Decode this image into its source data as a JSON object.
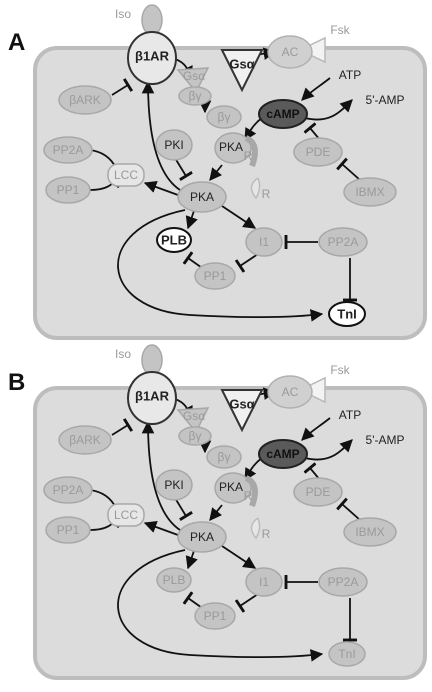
{
  "panels": [
    {
      "letter": "A",
      "labels": {
        "iso": "Iso",
        "b1ar": "β1AR",
        "fsk": "Fsk",
        "ac": "AC",
        "atp": "ATP",
        "gsa_big": "Gsα",
        "gsa_small": "Gsα",
        "by1": "βγ",
        "by2": "βγ",
        "camp": "cAMP",
        "amp5": "5'-AMP",
        "bark": "βARK",
        "pde": "PDE",
        "ibmx": "IBMX",
        "pp2a_left": "PP2A",
        "lcc": "LCC",
        "pp1_left": "PP1",
        "pki": "PKI",
        "pka_holo": "PKA",
        "r1": "R",
        "r2": "R",
        "pka_cat": "PKA",
        "plb": "PLB",
        "i1": "I1",
        "pp2a_right": "PP2A",
        "pp1_bottom": "PP1",
        "tni": "TnI"
      }
    },
    {
      "letter": "B",
      "labels": {
        "iso": "Iso",
        "b1ar": "β1AR",
        "fsk": "Fsk",
        "ac": "AC",
        "atp": "ATP",
        "gsa_big": "Gsα",
        "gsa_small": "Gsα",
        "by1": "βγ",
        "by2": "βγ",
        "camp": "cAMP",
        "amp5": "5'-AMP",
        "bark": "βARK",
        "pde": "PDE",
        "ibmx": "IBMX",
        "pp2a_left": "PP2A",
        "lcc": "LCC",
        "pp1_left": "PP1",
        "pki": "PKI",
        "pka_holo": "PKA",
        "r1": "R",
        "r2": "R",
        "pka_cat": "PKA",
        "plb": "PLB",
        "i1": "I1",
        "pp2a_right": "PP2A",
        "pp1_bottom": "PP1",
        "tni": "TnI"
      }
    }
  ],
  "colors": {
    "cell_fill": "#dcdcdc",
    "cell_stroke": "#bdbdbd",
    "node_fill": "#c4c4c4",
    "node_stroke": "#a8a8a8",
    "dim_text": "#9a9a9a",
    "dark_node": "#5a5a5a",
    "white": "#ffffff"
  }
}
